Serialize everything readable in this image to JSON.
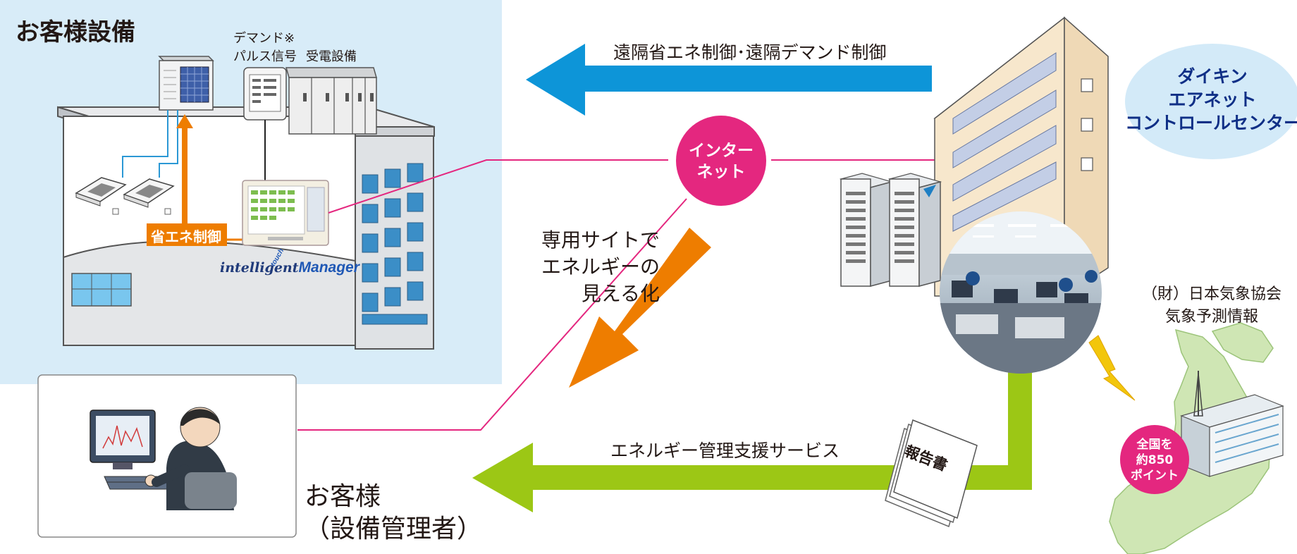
{
  "customer_facility": {
    "title": "お客様設備"
  },
  "devices": {
    "demand_pulse_line1": "デマンド※",
    "demand_pulse_line2": "パルス信号",
    "power_receiving": "受電設備",
    "energy_saving_control": "省エネ制御",
    "logo_part1": "intelligent",
    "logo_part2": "Manager",
    "logo_touch": "touch"
  },
  "flows": {
    "remote_control": "遠隔省エネ制御･遠隔デマンド制御",
    "internet_line1": "インター",
    "internet_line2": "ネット",
    "visualization_line1": "専用サイトで",
    "visualization_line2": "エネルギーの",
    "visualization_line3": "見える化",
    "support_service": "エネルギー管理支援サービス",
    "report": "報告書"
  },
  "control_center": {
    "line1": "ダイキン",
    "line2": "エアネット",
    "line3": "コントロールセンター"
  },
  "weather": {
    "line1": "（財）日本気象協会",
    "line2": "気象予測情報",
    "nationwide_line1": "全国を",
    "nationwide_line2": "約850",
    "nationwide_line3": "ポイント"
  },
  "customer": {
    "line1": "お客様",
    "line2": "（設備管理者）"
  },
  "colors": {
    "facility_bg": "#d8ecf8",
    "blue_arrow": "#0d95d8",
    "orange_arrow": "#ee7d00",
    "green_arrow": "#9cc715",
    "internet_circle": "#e4277f",
    "center_ellipse": "#d3eaf8",
    "link_line": "#e4277f"
  }
}
